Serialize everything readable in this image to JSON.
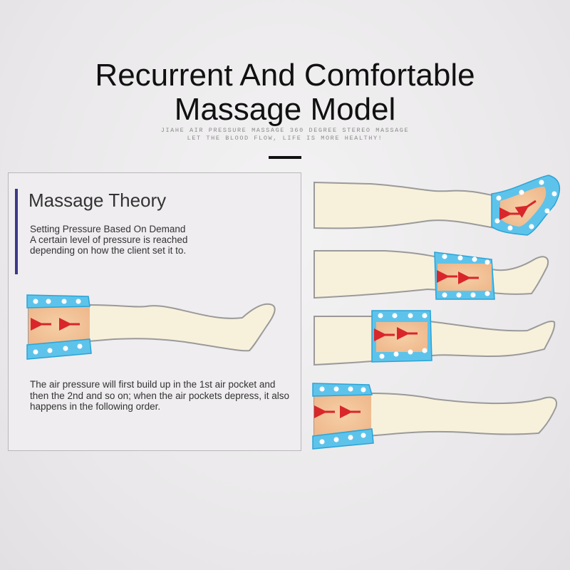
{
  "header": {
    "title_line1": "Recurrent And Comfortable",
    "title_line2": "Massage Model",
    "tagline_line1": "JIAHE AIR PRESSURE MASSAGE 360 DEGREE STEREO MASSAGE",
    "tagline_line2": "LET THE BLOOD FLOW, LIFE IS MORE HEALTHY!"
  },
  "theory": {
    "heading": "Massage Theory",
    "sub_line1": "Setting Pressure Based On Demand",
    "sub_line2": "A certain level of pressure is reached",
    "sub_line3": "depending on how the client set it to.",
    "description": "The air pressure will first build up in the 1st air pocket and then the 2nd and so on; when the air pockets depress, it also happens in the following order."
  },
  "colors": {
    "cuff_blue": "#5ec3ea",
    "cuff_blue_dark": "#2aa4d8",
    "heat_orange": "#f2c49a",
    "leg_cream": "#f7f1dc",
    "arrow_red": "#d8262b"
  },
  "illustration": {
    "stages": [
      "foot",
      "calf",
      "knee",
      "thigh"
    ]
  }
}
